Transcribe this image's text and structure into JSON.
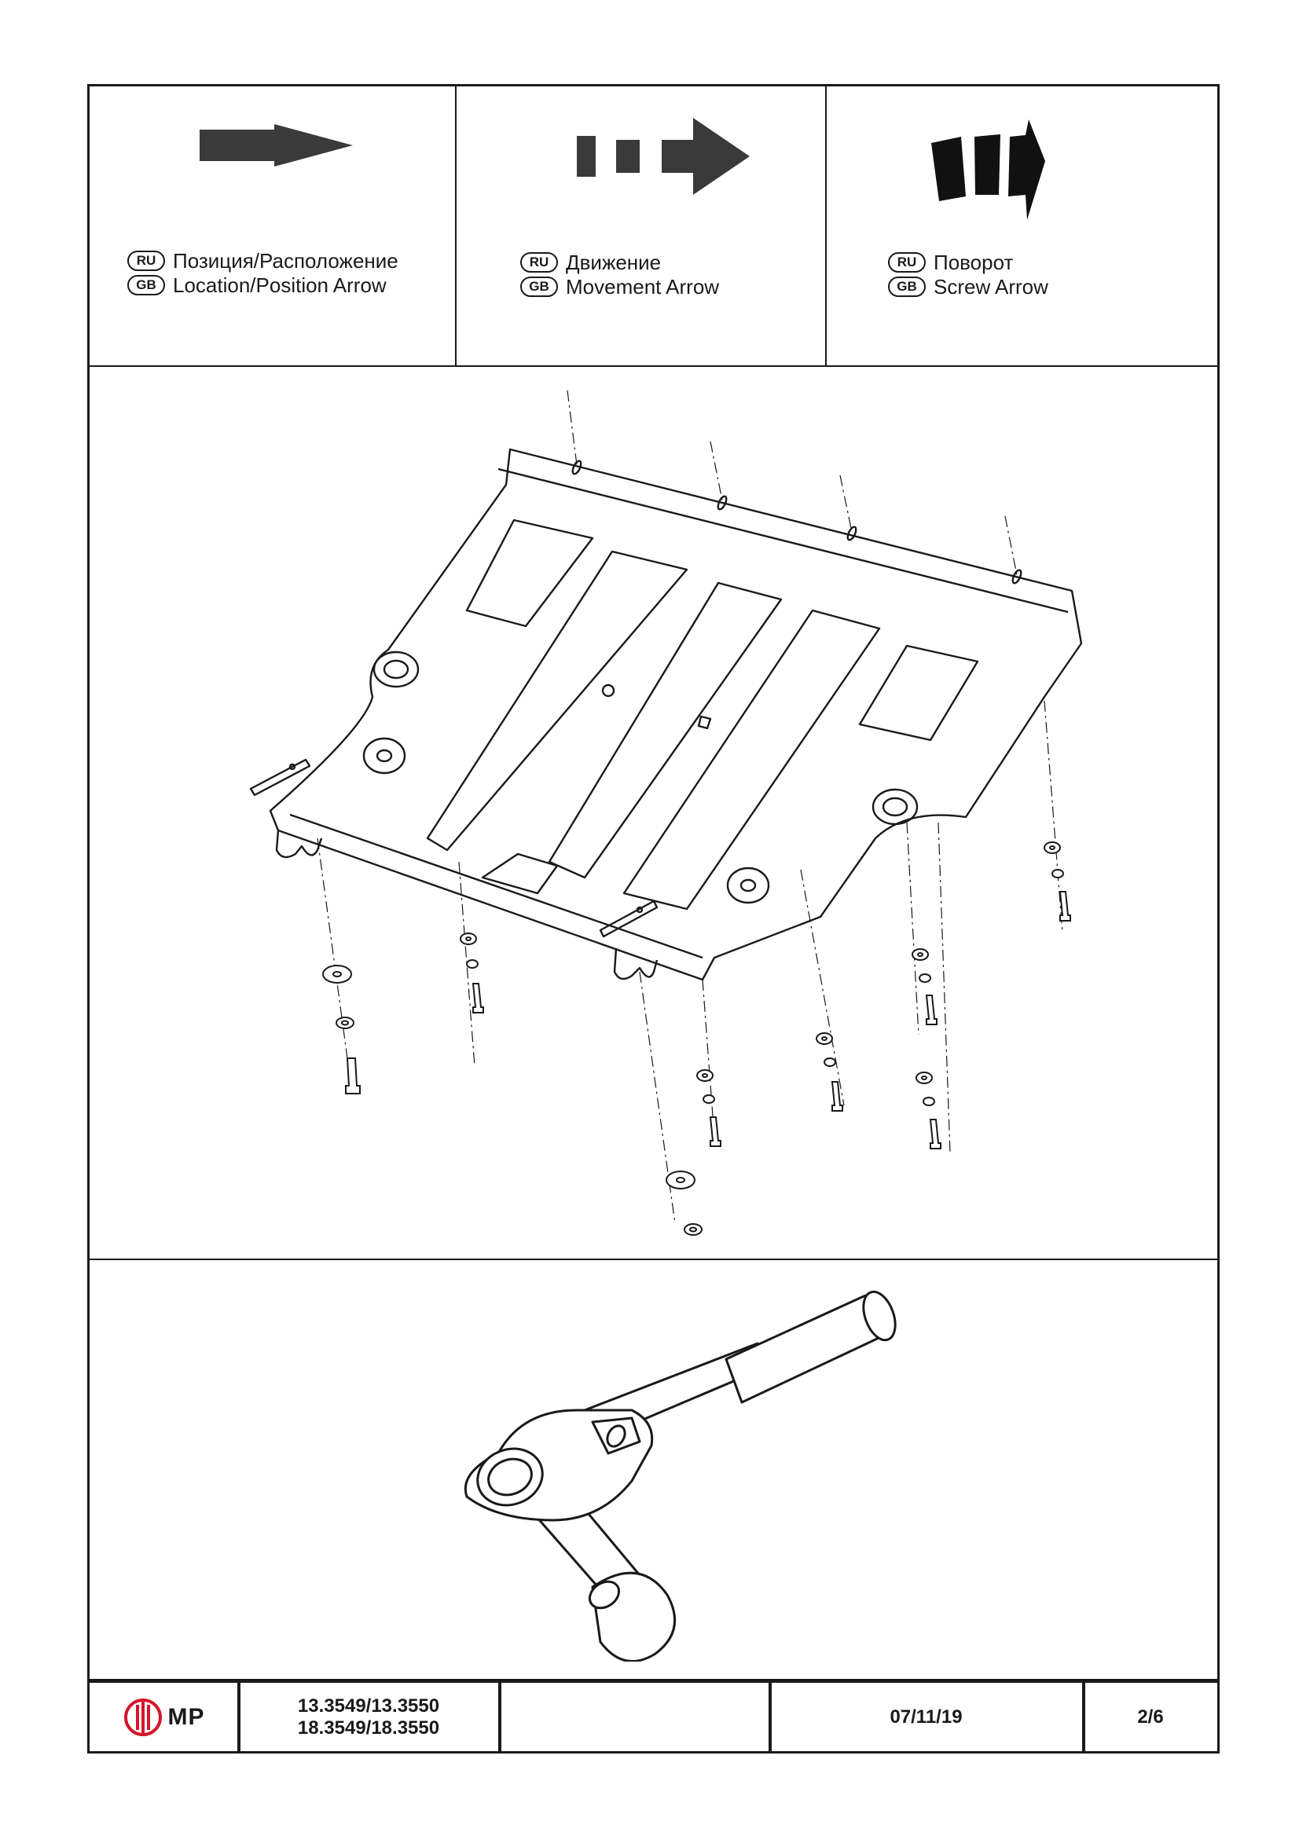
{
  "legend": [
    {
      "icon": "location-arrow-icon",
      "ru_badge": "RU",
      "gb_badge": "GB",
      "ru_text": "Позиция/Расположение",
      "gb_text": "Location/Position Arrow"
    },
    {
      "icon": "movement-arrow-icon",
      "ru_badge": "RU",
      "gb_badge": "GB",
      "ru_text": "Движение",
      "gb_text": "Movement Arrow"
    },
    {
      "icon": "screw-arrow-icon",
      "ru_badge": "RU",
      "gb_badge": "GB",
      "ru_text": "Поворот",
      "gb_text": "Screw Arrow"
    }
  ],
  "footer": {
    "logo_text": "MP",
    "part_numbers_1": "13.3549/13.3550",
    "part_numbers_2": "18.3549/18.3550",
    "blank": "",
    "date": "07/11/19",
    "page": "2/6"
  },
  "colors": {
    "ink": "#1a1a1a",
    "logo_red": "#d4152b",
    "arrow_gray": "#3a3a3a"
  }
}
